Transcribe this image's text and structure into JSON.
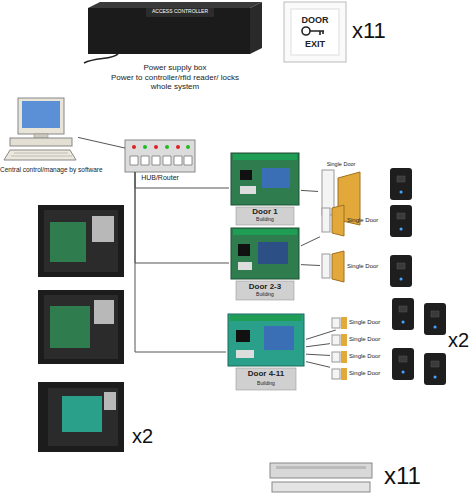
{
  "diagram": {
    "nodes": [
      {
        "text": [
          "ACCESS CONTROLLER",
          "Power supply box",
          "Power to controller/rfid reader/ locks whole system"
        ]
      },
      {
        "text": [
          "DOOR EXIT"
        ]
      },
      {
        "text": [
          "Central control/manage by software"
        ]
      },
      {
        "text": [
          "HUB/Router"
        ]
      },
      {
        "text": [
          "Door 1",
          "Building"
        ]
      },
      {
        "text": [
          "Single Door"
        ]
      },
      {
        "text": [
          "Door 2-3",
          "Building"
        ]
      },
      {
        "text": [
          "Single Door"
        ]
      },
      {
        "text": [
          "Single Door"
        ]
      },
      {
        "text": [
          "Door 4-11",
          "Building"
        ]
      },
      {
        "text": [
          "Single Door"
        ]
      },
      {
        "text": [
          "Single Door"
        ]
      },
      {
        "text": [
          "Single Door"
        ]
      },
      {
        "text": [
          "Single Door"
        ]
      }
    ],
    "edges": [
      {
        "from": 2,
        "to": 3,
        "arrow": "none"
      },
      {
        "from": 3,
        "to": 4,
        "arrow": "none"
      },
      {
        "from": 3,
        "to": 6,
        "arrow": "none"
      },
      {
        "from": 3,
        "to": 9,
        "arrow": "none"
      },
      {
        "from": 4,
        "to": 5,
        "arrow": "none"
      },
      {
        "from": 6,
        "to": 7,
        "arrow": "none"
      },
      {
        "from": 6,
        "to": 8,
        "arrow": "none"
      },
      {
        "from": 9,
        "to": 10,
        "arrow": "none"
      },
      {
        "from": 9,
        "to": 11,
        "arrow": "none"
      },
      {
        "from": 9,
        "to": 12,
        "arrow": "none"
      },
      {
        "from": 9,
        "to": 13,
        "arrow": "none"
      }
    ],
    "labels": [
      "x11",
      "x2",
      "x2",
      "x11"
    ]
  }
}
